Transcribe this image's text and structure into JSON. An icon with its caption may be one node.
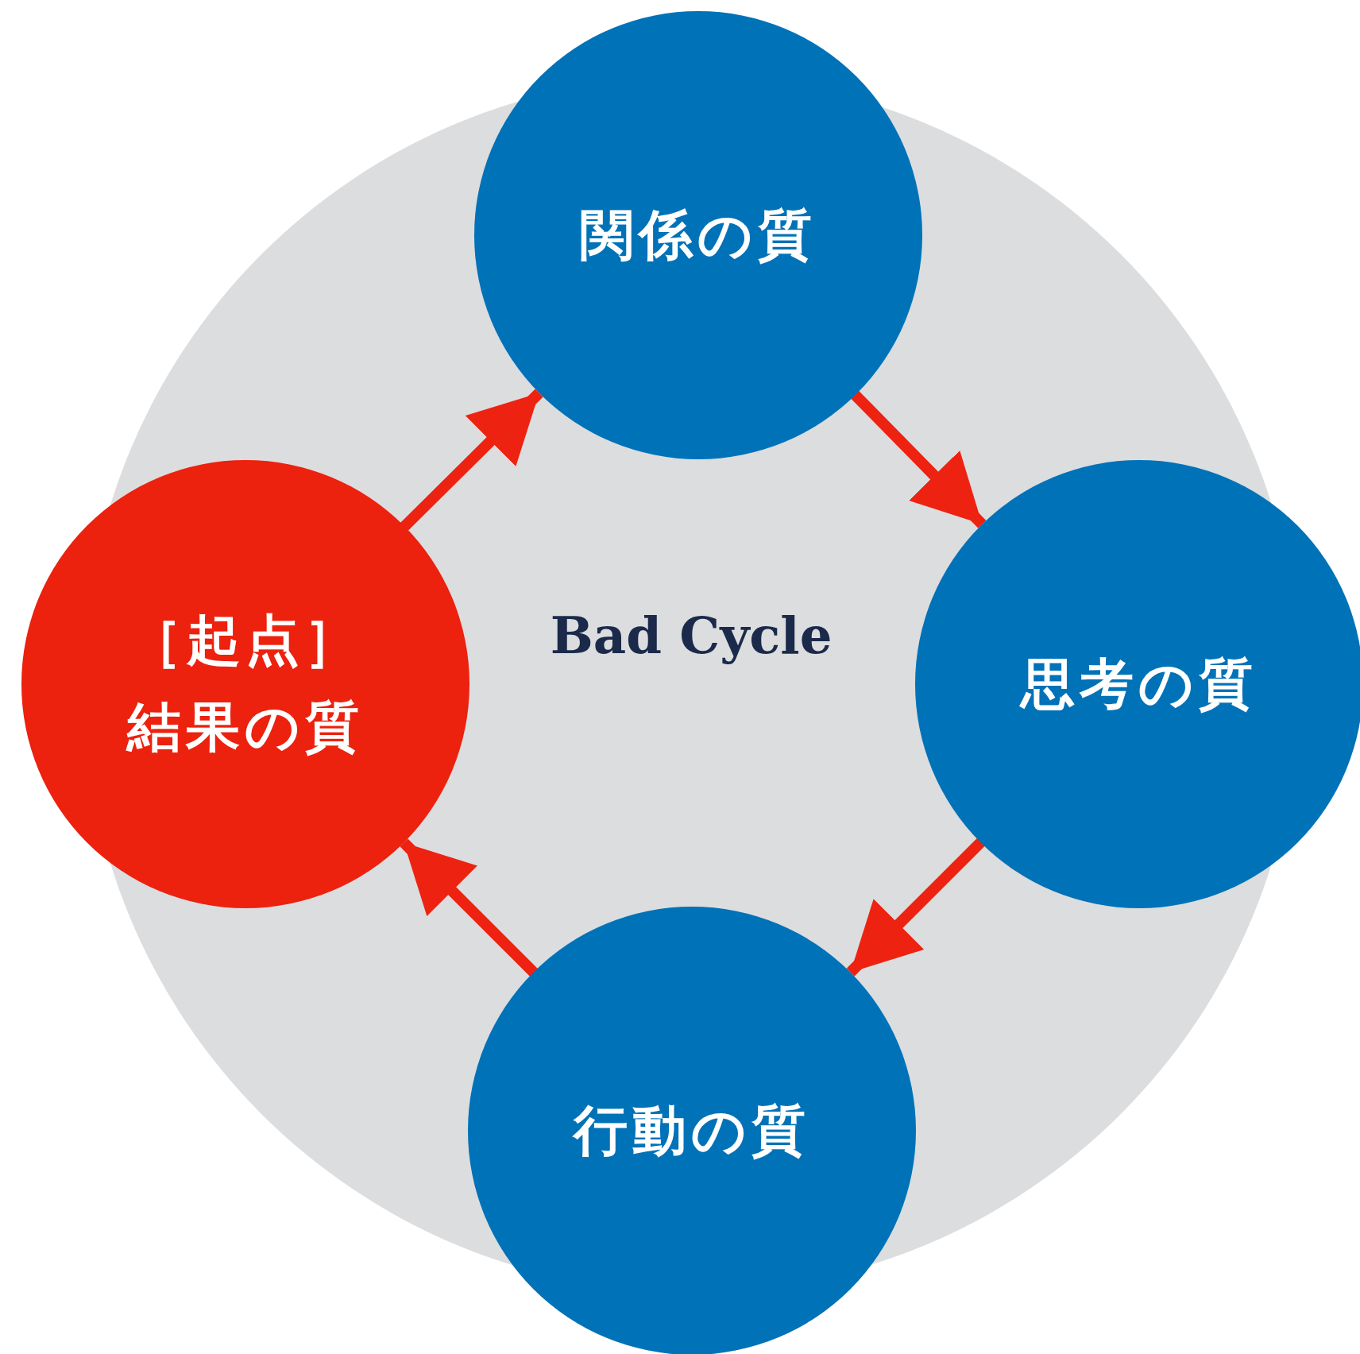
{
  "diagram": {
    "nodes": [
      {
        "text": [
          "関係の質"
        ]
      },
      {
        "text": [
          "［起点］",
          "結果の質"
        ]
      },
      {
        "text": [
          "思考の質"
        ]
      },
      {
        "text": [
          "行動の質"
        ]
      }
    ],
    "edges": [
      {
        "from": 1,
        "to": 0,
        "arrow": "to"
      },
      {
        "from": 0,
        "to": 2,
        "arrow": "to"
      },
      {
        "from": 2,
        "to": 3,
        "arrow": "to"
      },
      {
        "from": 3,
        "to": 1,
        "arrow": "to"
      }
    ],
    "labels": [
      "Bad Cycle"
    ]
  }
}
